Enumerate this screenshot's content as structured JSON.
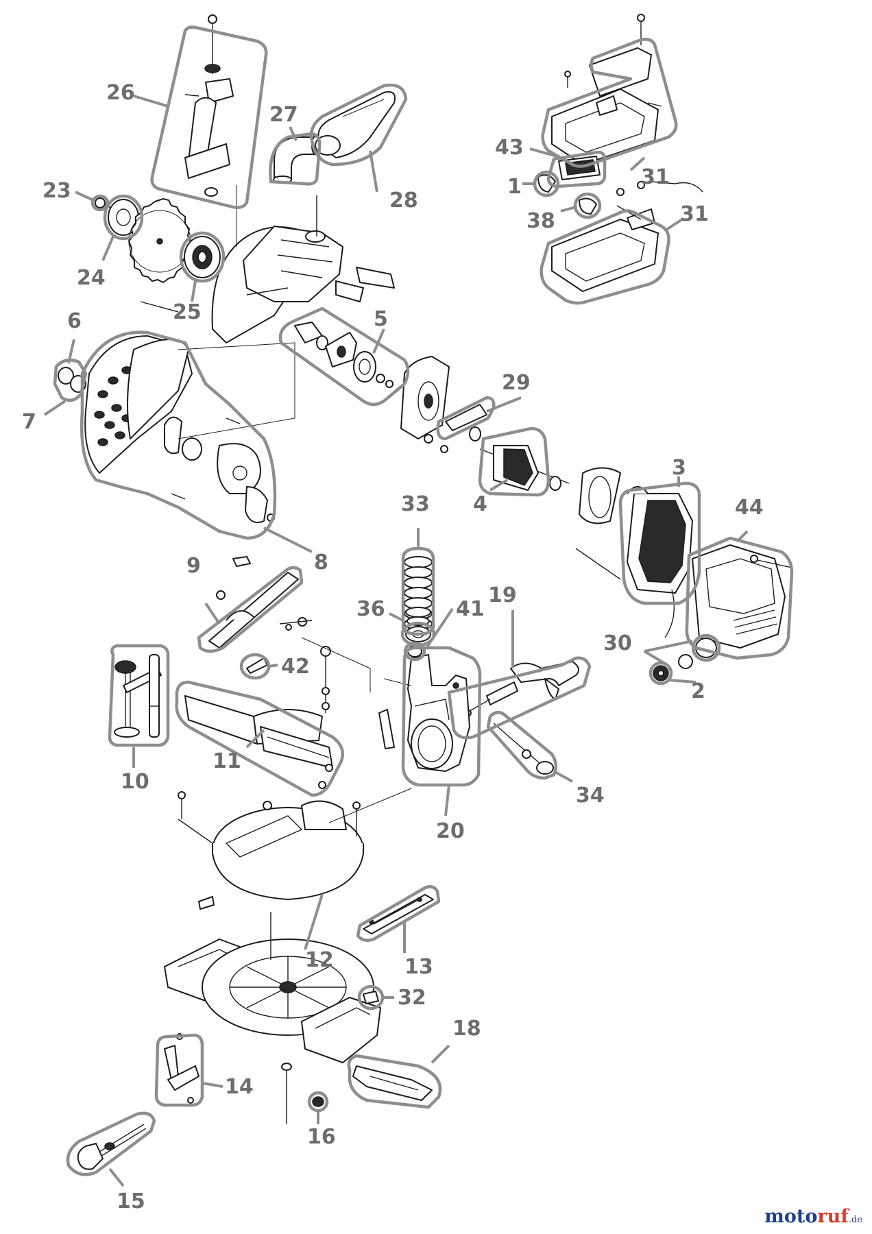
{
  "callouts": [
    "1",
    "2",
    "3",
    "4",
    "5",
    "6",
    "7",
    "8",
    "9",
    "10",
    "11",
    "12",
    "13",
    "14",
    "15",
    "16",
    "18",
    "19",
    "20",
    "23",
    "24",
    "25",
    "26",
    "27",
    "28",
    "29",
    "30",
    "31",
    "31",
    "32",
    "33",
    "34",
    "36",
    "38",
    "41",
    "42",
    "43",
    "44"
  ],
  "logo": {
    "part_a": "moto",
    "part_b": "ruf",
    "part_c": ".de"
  },
  "colors": {
    "label": "#6d6d6d",
    "outline": "#8e8e8e",
    "ink": "#1c1c1c",
    "logo_blue": "#1f3f8c",
    "logo_red": "#d93a2b"
  }
}
